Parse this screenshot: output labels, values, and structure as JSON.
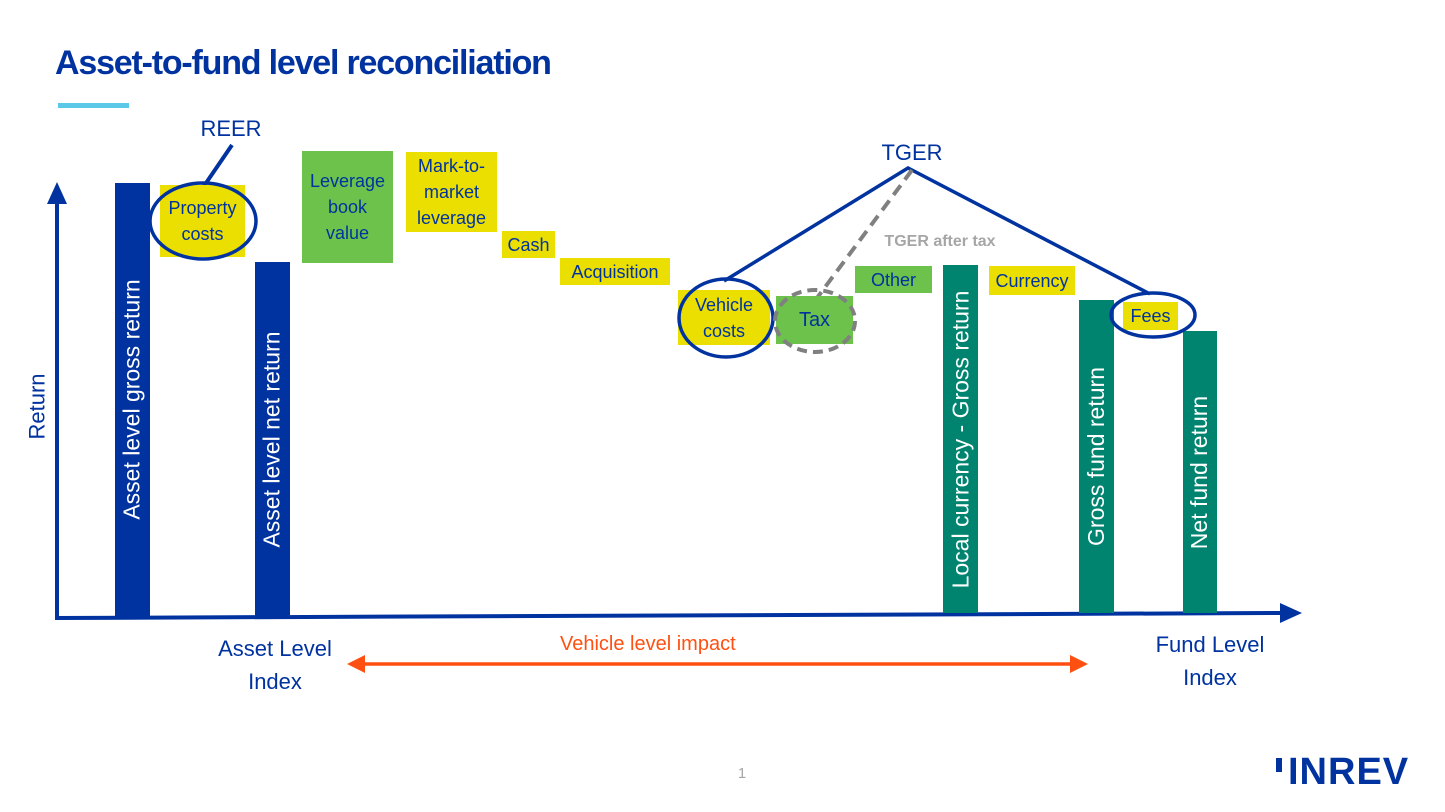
{
  "slide": {
    "title": "Asset-to-fund level reconciliation",
    "page_number": "1",
    "logo_text": "INREV",
    "colors": {
      "primary_blue": "#0033a0",
      "accent_cyan": "#5bc8e8",
      "teal": "#008470",
      "yellow": "#eadf00",
      "green": "#6cc24a",
      "orange": "#ff5011",
      "grey": "#808080"
    }
  },
  "axes": {
    "y_label": "Return",
    "x_left_label_line1": "Asset Level",
    "x_left_label_line2": "Index",
    "x_right_label_line1": "Fund Level",
    "x_right_label_line2": "Index"
  },
  "bars": {
    "asset_gross": "Asset level gross return",
    "asset_net": "Asset level net return",
    "local_gross": "Local currency -  Gross return",
    "gross_fund": "Gross fund return",
    "net_fund": "Net fund return"
  },
  "components": {
    "property_costs_line1": "Property",
    "property_costs_line2": "costs",
    "leverage_book_line1": "Leverage",
    "leverage_book_line2": "book",
    "leverage_book_line3": "value",
    "mtm_line1": "Mark-to-",
    "mtm_line2": "market",
    "mtm_line3": "leverage",
    "cash": "Cash",
    "acquisition": "Acquisition",
    "vehicle_costs_line1": "Vehicle",
    "vehicle_costs_line2": "costs",
    "tax": "Tax",
    "other": "Other",
    "currency": "Currency",
    "fees": "Fees"
  },
  "annotations": {
    "reer": "REER",
    "tger": "TGER",
    "tger_after_tax": "TGER after tax",
    "vehicle_level_impact": "Vehicle level impact"
  }
}
